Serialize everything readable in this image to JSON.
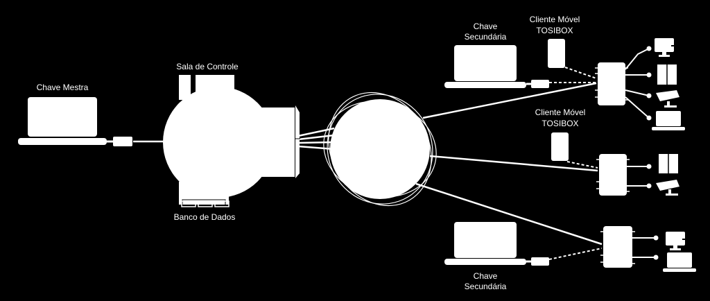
{
  "labels": {
    "chave_mestra": "Chave Mestra",
    "sala_de_controle": "Sala de Controle",
    "banco_de_dados": "Banco de Dados",
    "chave_secundaria_top_1": "Chave",
    "chave_secundaria_top_2": "Secundária",
    "cliente_movel_top_1": "Cliente Móvel",
    "cliente_movel_top_2": "TOSIBOX",
    "cliente_movel_mid_1": "Cliente Móvel",
    "cliente_movel_mid_2": "TOSIBOX",
    "chave_secundaria_bottom_1": "Chave",
    "chave_secundaria_bottom_2": "Secundária"
  },
  "colors": {
    "background": "#000000",
    "foreground": "#ffffff"
  },
  "icons": [
    "laptop-icon",
    "usb-key-icon",
    "control-room-icon",
    "internet-cloud-icon",
    "tosibox-lock-icon",
    "mobile-client-icon",
    "monitor-icon",
    "panel-icon",
    "camera-icon"
  ]
}
